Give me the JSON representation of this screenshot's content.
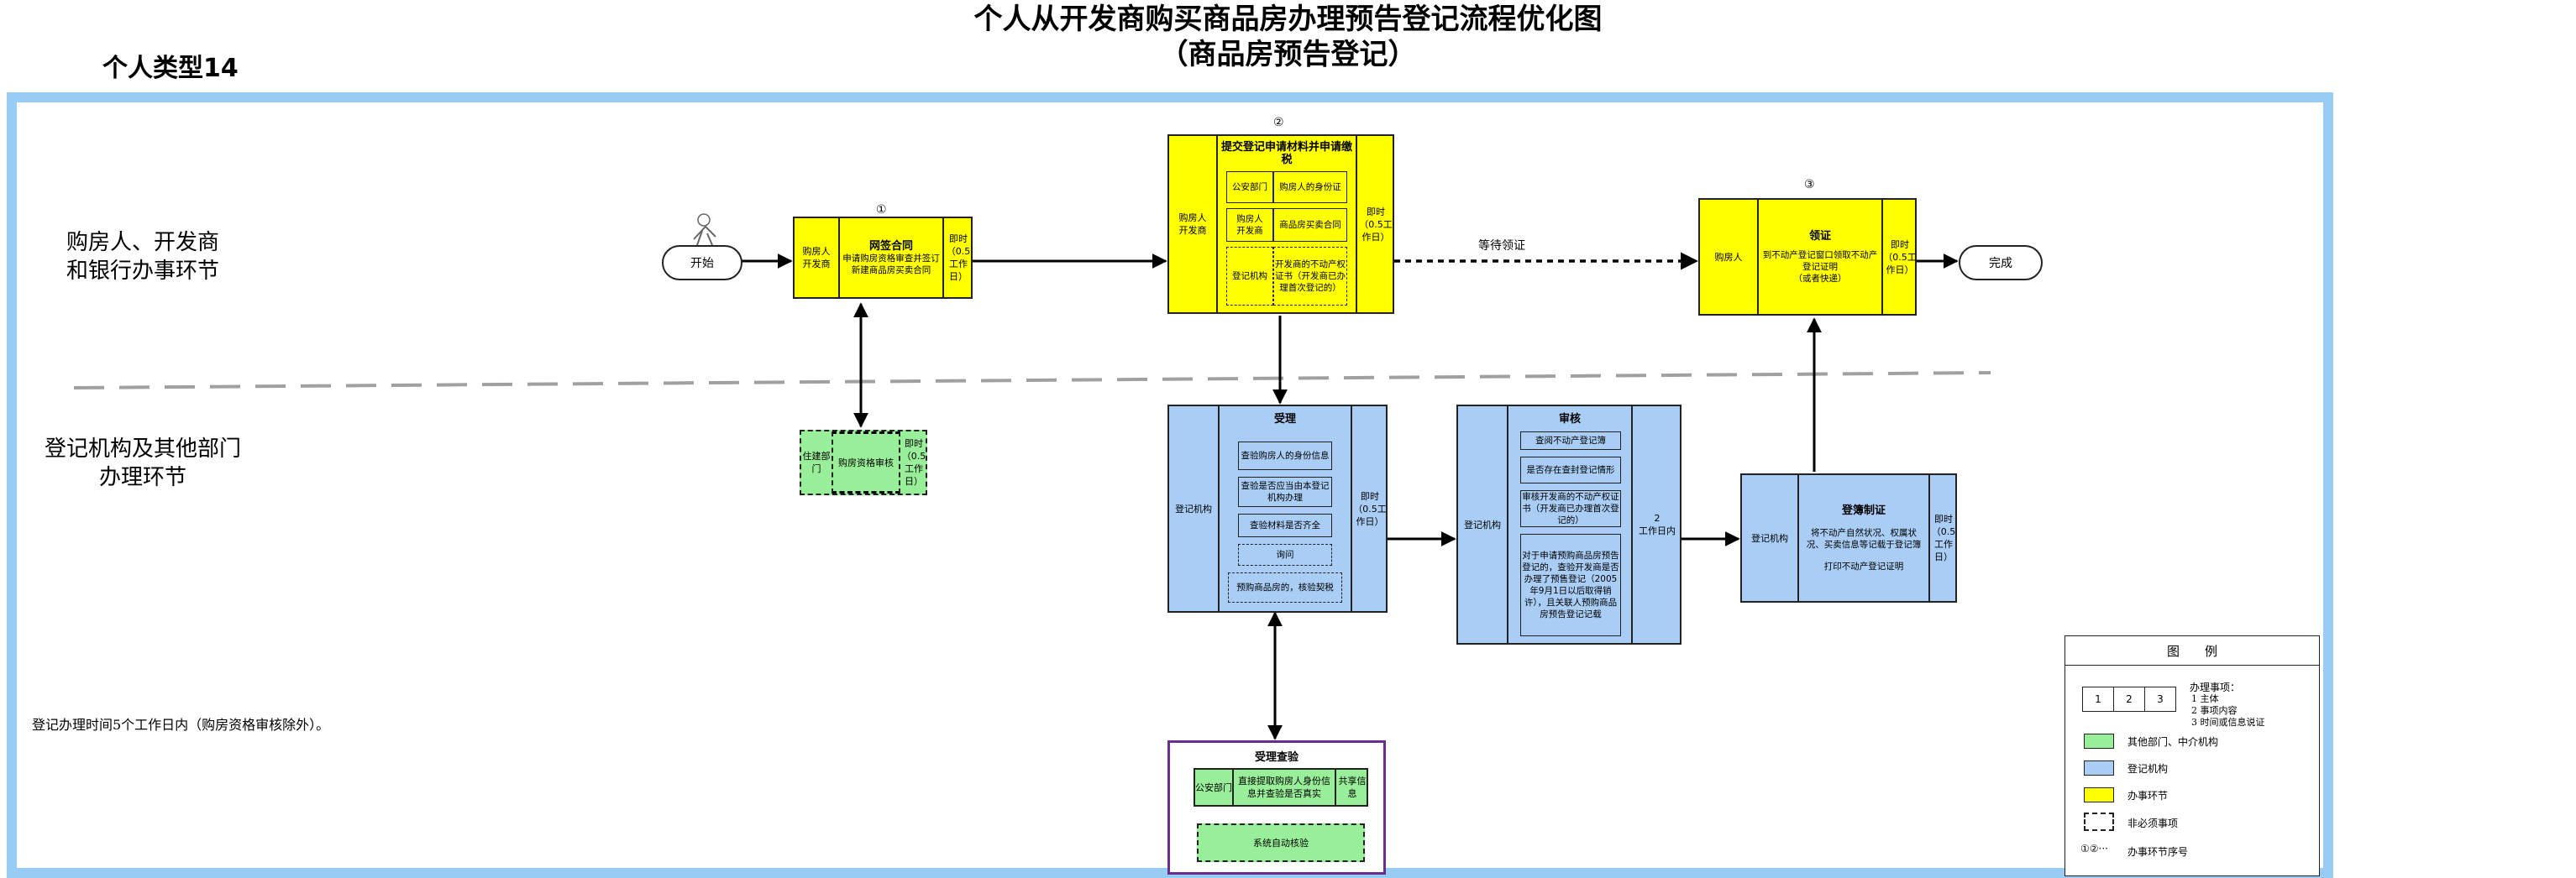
{
  "header": {
    "title_line1": "个人从开发商购买商品房办理预告登记流程优化图",
    "title_line2": "（商品房预告登记）",
    "type_label": "个人类型14"
  },
  "lanes": {
    "top": "购房人、开发商\n和银行办事环节",
    "bottom": "登记机构及其他部门\n办理环节"
  },
  "nodes": {
    "start": "开始",
    "finish": "完成",
    "wait_label": "等待领证",
    "n1": {
      "num": "①",
      "left": "购房人\n开发商",
      "title": "网签合同",
      "desc": "申请购房资格审查并签订新建商品房买卖合同",
      "time": "即时\n（0.5工作日）"
    },
    "n2": {
      "num": "②",
      "left": "购房人\n开发商",
      "title": "提交登记申请材料并申请缴税",
      "r1a": "公安部门",
      "r1b": "购房人的身份证",
      "r2a": "购房人\n开发商",
      "r2b": "商品房买卖合同",
      "r3a": "登记机构",
      "r3b": "开发商的不动产权证书（开发商已办理首次登记的）",
      "time": "即时\n（0.5工作日）"
    },
    "n3": {
      "num": "③",
      "left": "购房人",
      "title": "领证",
      "desc": "到不动产登记窗口领取不动产登记证明\n（或者快递）",
      "time": "即时\n（0.5工作日）"
    },
    "housing": {
      "left": "住建部门",
      "mid": "购房资格审核",
      "time": "即时\n（0.5工作日）"
    },
    "accept": {
      "left": "登记机构",
      "title": "受理",
      "i1": "查验购房人的身份信息",
      "i2": "查验是否应当由本登记机构办理",
      "i3": "查验材料是否齐全",
      "i4": "询问",
      "i5": "预购商品房的，核验契税",
      "time": "即时\n（0.5工作日）"
    },
    "review": {
      "left": "登记机构",
      "title": "审核",
      "i1": "查阅不动产登记簿",
      "i2": "是否存在查封登记情形",
      "i3": "审核开发商的不动产权证书（开发商已办理首次登记的）",
      "i4": "对于申请预购商品房预告登记的，查验开发商是否办理了预售登记（2005年9月1日以后取得销许），且关联人预购商品房预告登记记载",
      "time": "2\n工作日内"
    },
    "register": {
      "left": "登记机构",
      "title": "登簿制证",
      "desc": "将不动产自然状况、权属状况、买卖信息等记载于登记簿",
      "print": "打印不动产登记证明",
      "time": "即时\n（0.5工作日）"
    },
    "verify": {
      "title": "受理查验",
      "left": "公安部门",
      "mid": "直接提取购房人身份信息并查验是否真实",
      "right": "共享信息",
      "bottom": "系统自动核验"
    }
  },
  "note": "登记办理时间5个工作日内（购房资格审核除外）。",
  "legend": {
    "title": "图　　例",
    "cells": [
      "1",
      "2",
      "3"
    ],
    "cells_desc_title": "办理事项：",
    "cells_desc": [
      "1 主体",
      "2 事项内容",
      "3 时间或信息说证"
    ],
    "green": "其他部门、中介机构",
    "blue": "登记机构",
    "yellow": "办事环节",
    "dashed": "非必须事项",
    "seq_symbol": "①②···",
    "seq": "办事环节序号"
  },
  "colors": {
    "yellow": "#ffff00",
    "blue": "#a9cdf5",
    "green": "#99ee99",
    "frame": "#99ccf5",
    "purple": "#6a2c91"
  }
}
